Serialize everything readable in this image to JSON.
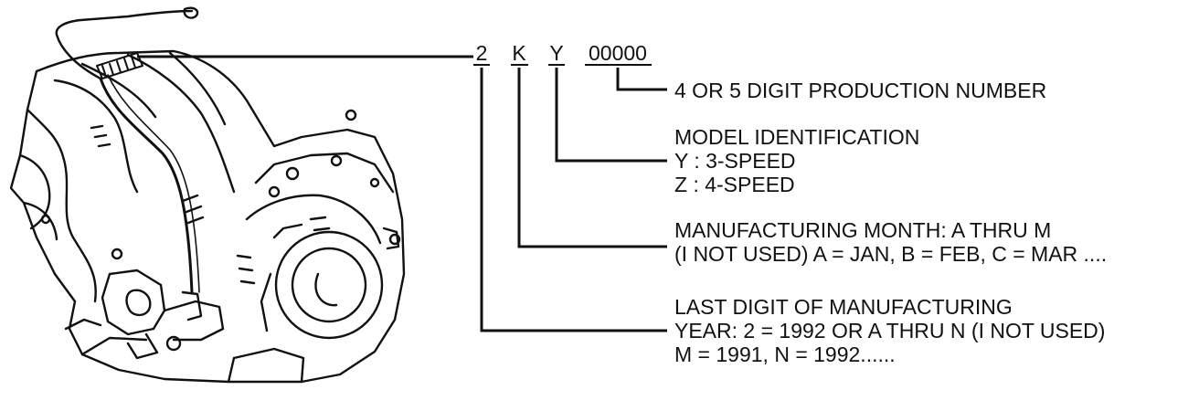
{
  "illustration": {
    "icon": "automatic-transaxle-icon"
  },
  "code": {
    "year": "2",
    "month": "K",
    "model": "Y",
    "production": "00000"
  },
  "descriptions": {
    "production": {
      "line1": "4 OR 5 DIGIT PRODUCTION NUMBER"
    },
    "model": {
      "line1": "MODEL IDENTIFICATION",
      "line2": "Y : 3-SPEED",
      "line3": "Z : 4-SPEED"
    },
    "month": {
      "line1": "MANUFACTURING MONTH: A THRU M",
      "line2": "(I NOT USED) A = JAN, B = FEB, C = MAR ...."
    },
    "year": {
      "line1": "LAST DIGIT OF MANUFACTURING",
      "line2": "YEAR: 2 = 1992 OR A THRU N (I NOT USED)",
      "line3": "M = 1991, N = 1992......"
    }
  },
  "colors": {
    "ink": "#111111",
    "background": "#ffffff"
  }
}
